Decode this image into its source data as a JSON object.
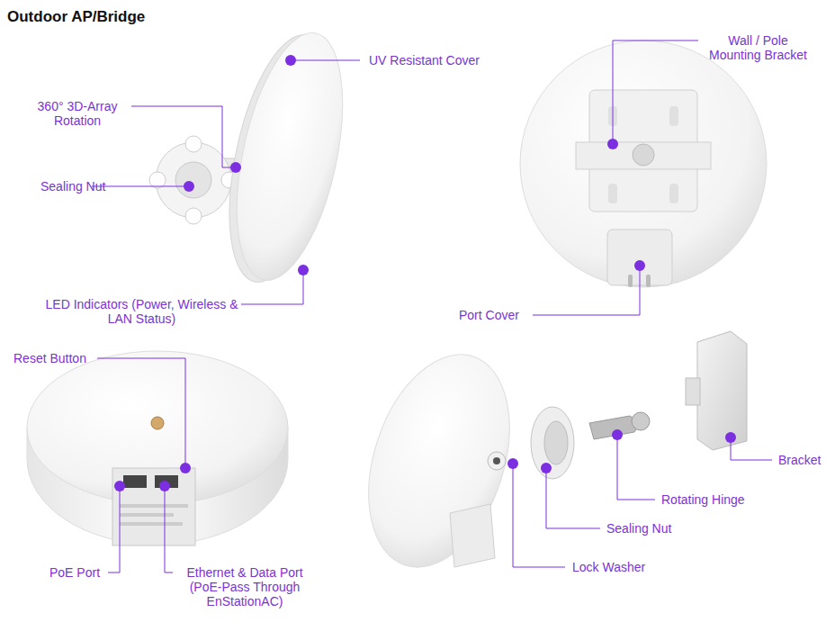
{
  "diagram": {
    "title": "Outdoor AP/Bridge",
    "labels": [
      "UV Resistant Cover",
      "360° 3D-Array Rotation",
      "Sealing Nut",
      "LED Indicators (Power, Wireless & LAN Status)",
      "Wall / Pole Mounting Bracket",
      "Port Cover",
      "Reset Button",
      "PoE Port",
      "Ethernet & Data Port (PoE-Pass Through EnStationAC)",
      "Bracket",
      "Rotating Hinge",
      "Sealing Nut",
      "Lock Washer"
    ]
  }
}
